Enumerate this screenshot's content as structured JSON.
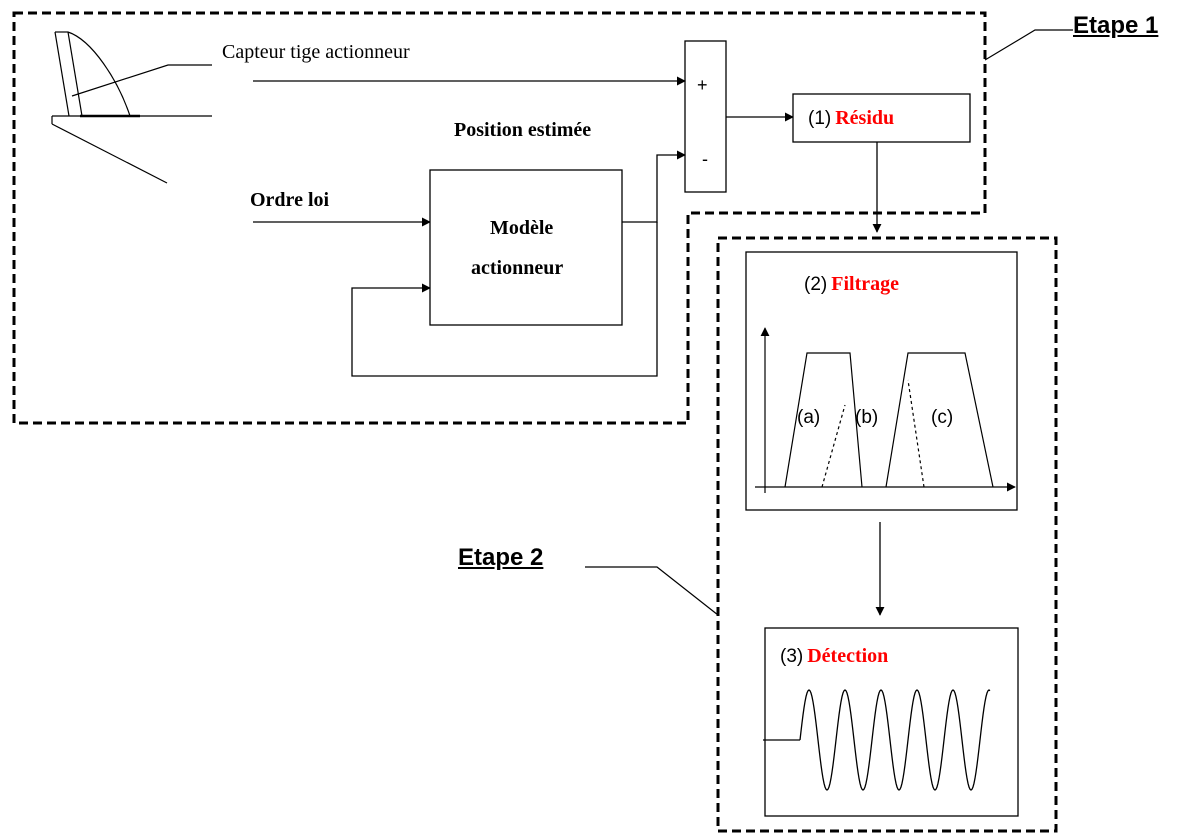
{
  "labels": {
    "etape1": "Etape 1",
    "etape2": "Etape 2",
    "capteur": "Capteur tige actionneur",
    "position_estimee": "Position estimée",
    "ordre_loi": "Ordre loi",
    "modele_line1": "Modèle",
    "modele_line2": "actionneur",
    "plus": "+",
    "minus": "-"
  },
  "blocks": {
    "residu": {
      "num": "(1)",
      "name": "Résidu"
    },
    "filtrage": {
      "num": "(2)",
      "name": "Filtrage"
    },
    "detection": {
      "num": "(3)",
      "name": "Détection"
    }
  },
  "filter_bands": [
    "(a)",
    "(b)",
    "(c)"
  ],
  "colors": {
    "highlight": "#ff0000",
    "stroke": "#000000"
  }
}
